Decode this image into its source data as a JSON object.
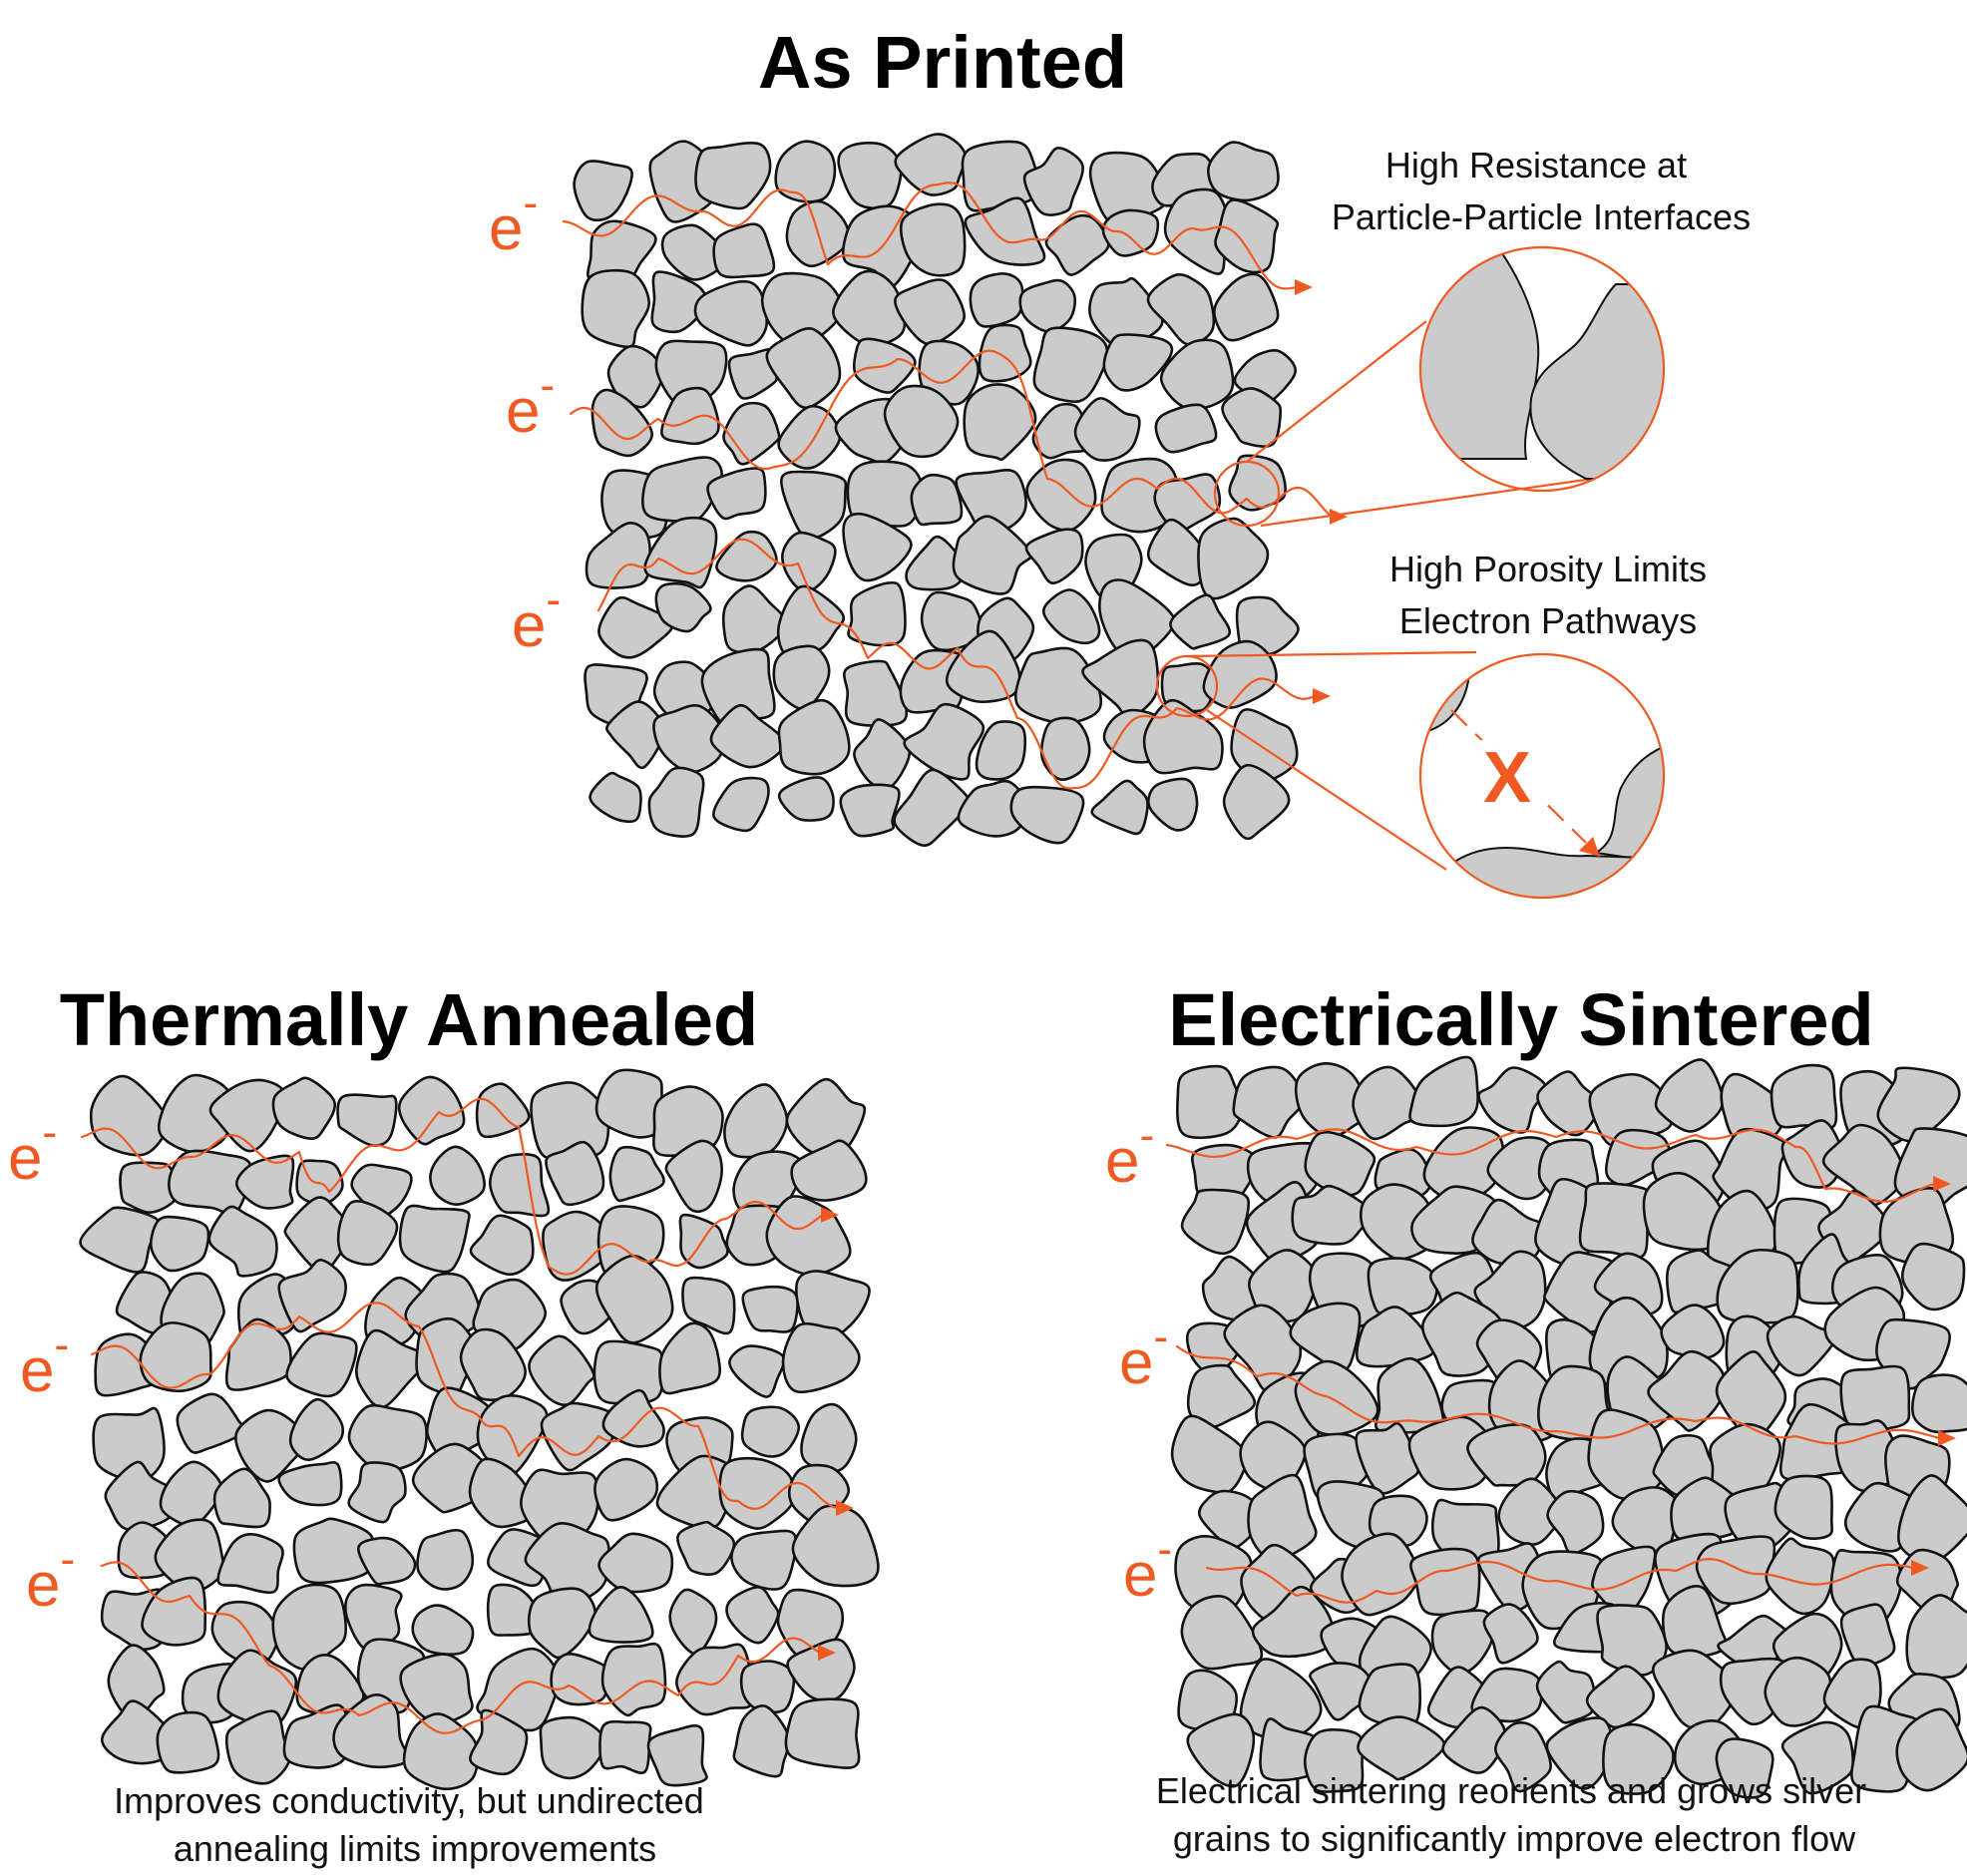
{
  "titles": {
    "as_printed": "As Printed",
    "thermally_annealed": "Thermally Annealed",
    "electrically_sintered": "Electrically Sintered"
  },
  "callouts": {
    "resistance_line1": "High Resistance at",
    "resistance_line2": "Particle-Particle Interfaces",
    "porosity_line1": "High Porosity Limits",
    "porosity_line2": "Electron Pathways",
    "blocked_mark": "X"
  },
  "captions": {
    "annealed_line1": "Improves conductivity, but undirected",
    "annealed_line2": "annealing limits improvements",
    "sintered_line1": "Electrical sintering reorients and grows silver",
    "sintered_line2": "grains to significantly improve electron flow"
  },
  "electron": {
    "base": "e",
    "superscript": "-"
  },
  "colors": {
    "electron_path": "#F05A22",
    "particle_fill": "#CBCBCB",
    "particle_stroke": "#111111"
  }
}
